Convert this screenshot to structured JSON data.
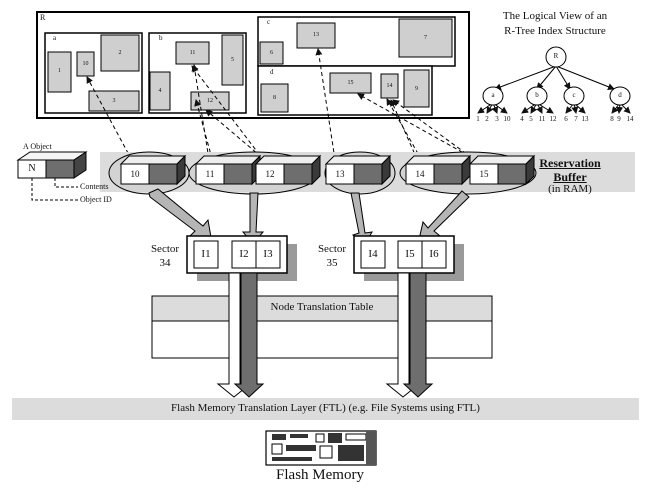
{
  "spatial_view": {
    "outer_label": "R",
    "groups": [
      {
        "label": "a",
        "rects": [
          "1",
          "10",
          "2",
          "3"
        ]
      },
      {
        "label": "b",
        "rects": [
          "11",
          "5",
          "4",
          "12"
        ]
      },
      {
        "label": "c",
        "rects": [
          "13",
          "6",
          "7"
        ]
      },
      {
        "label": "d",
        "rects": [
          "8",
          "15",
          "14",
          "9"
        ]
      }
    ]
  },
  "logical_view": {
    "title_line1": "The Logical View of an",
    "title_line2": "R-Tree Index Structure",
    "root": "R",
    "nodes": [
      {
        "label": "a",
        "children": [
          "1",
          "2",
          "3",
          "10"
        ]
      },
      {
        "label": "b",
        "children": [
          "4",
          "5",
          "11",
          "12"
        ]
      },
      {
        "label": "c",
        "children": [
          "6",
          "7",
          "13"
        ]
      },
      {
        "label": "d",
        "children": [
          "8",
          "9",
          "14"
        ]
      }
    ]
  },
  "object_legend": {
    "title": "A Object",
    "node_label": "N",
    "contents_label": "Contents",
    "object_id_label": "Object ID"
  },
  "reservation_buffer": {
    "title_line1": "Reservation",
    "title_line2": "Buffer",
    "title_line3": "(in RAM)",
    "cells": [
      "10",
      "11",
      "12",
      "13",
      "14",
      "15"
    ]
  },
  "sectors": [
    {
      "label_line1": "Sector",
      "label_line2": "34",
      "slots": [
        "I1",
        "I2",
        "I3"
      ]
    },
    {
      "label_line1": "Sector",
      "label_line2": "35",
      "slots": [
        "I4",
        "I5",
        "I6"
      ]
    }
  ],
  "node_translation_table": {
    "label": "Node Translation Table"
  },
  "ftl": {
    "label": "Flash Memory Translation Layer (FTL) (e.g. File Systems using FTL)"
  },
  "flash_memory": {
    "label": "Flash Memory"
  },
  "colors": {
    "band": "#dcdcdc",
    "dark": "#6e6e6e",
    "shadow": "#9a9a9a",
    "light_fill": "#cfcfcf"
  }
}
